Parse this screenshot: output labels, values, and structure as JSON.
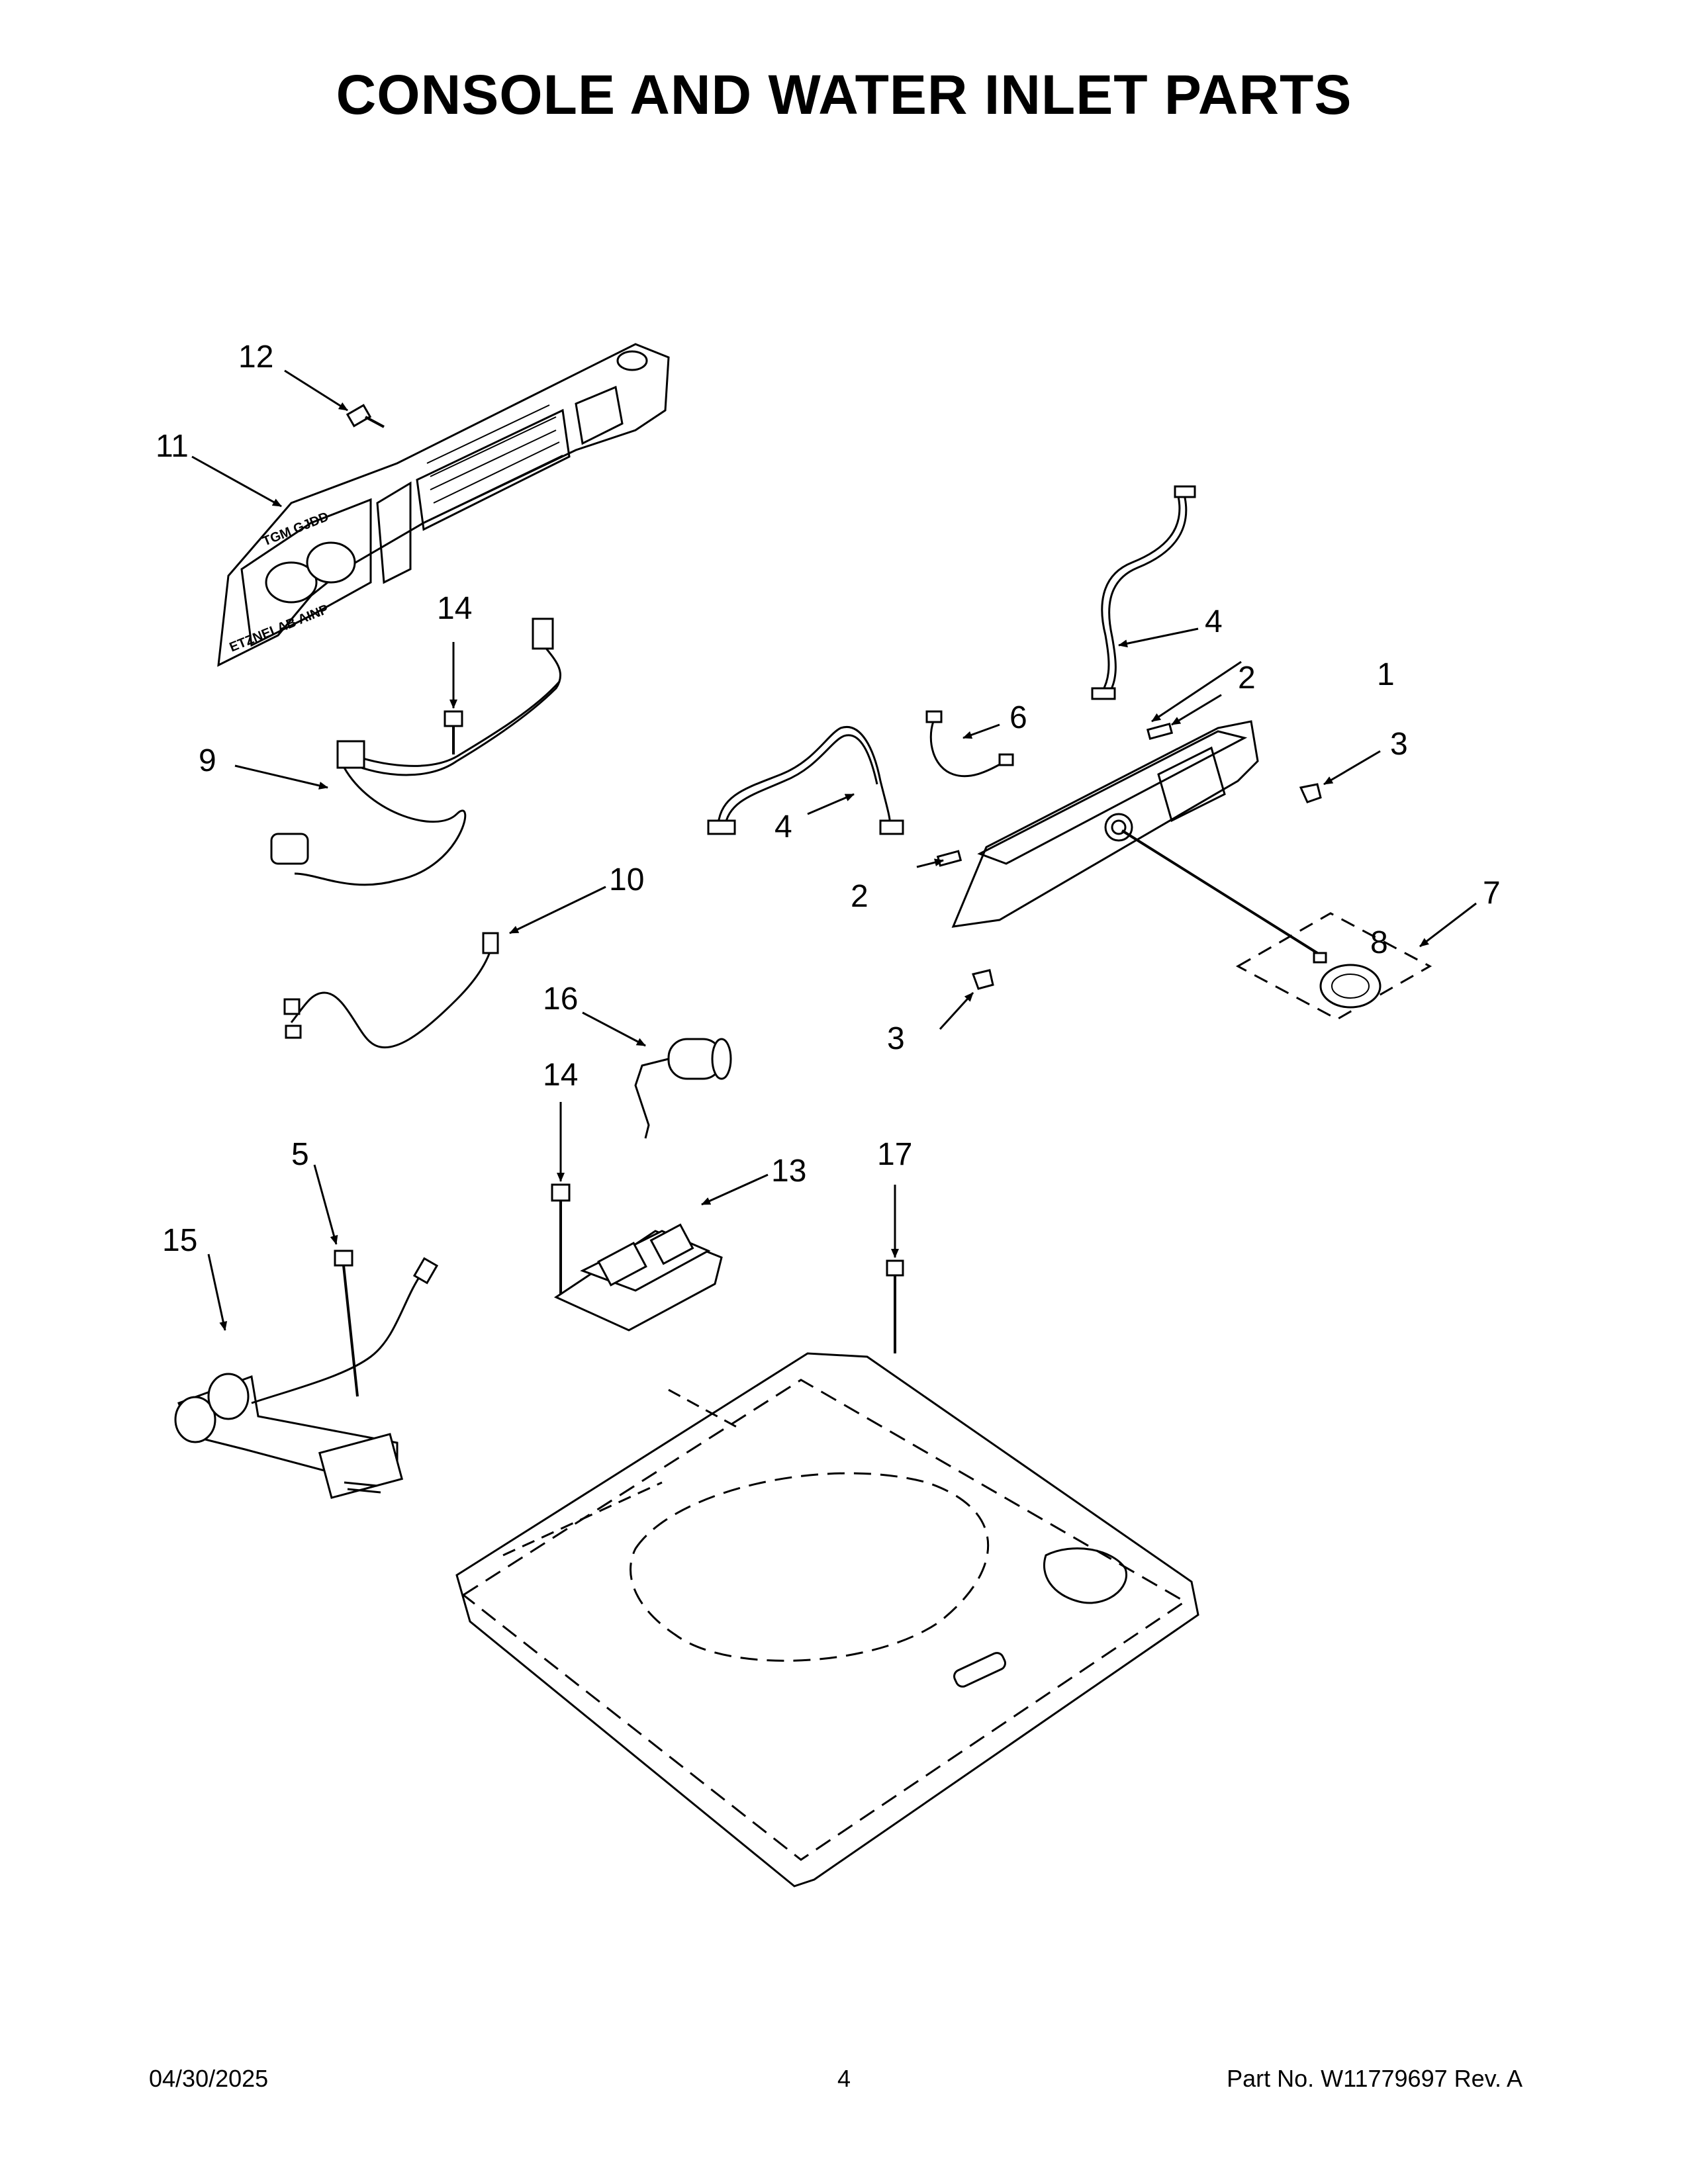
{
  "page": {
    "title": "CONSOLE AND WATER INLET PARTS",
    "footer": {
      "date": "04/30/2025",
      "page_number": "4",
      "part_number": "Part No.  W11779697  Rev.  A"
    }
  },
  "diagram": {
    "panel_markings": {
      "top_text": "TGM  GJDD",
      "side_text": "ETZNELAB  AINP"
    },
    "callouts": [
      {
        "id": "c1",
        "label": "1"
      },
      {
        "id": "c2a",
        "label": "2"
      },
      {
        "id": "c2b",
        "label": "2"
      },
      {
        "id": "c3a",
        "label": "3"
      },
      {
        "id": "c3b",
        "label": "3"
      },
      {
        "id": "c4a",
        "label": "4"
      },
      {
        "id": "c4b",
        "label": "4"
      },
      {
        "id": "c5",
        "label": "5"
      },
      {
        "id": "c6",
        "label": "6"
      },
      {
        "id": "c7",
        "label": "7"
      },
      {
        "id": "c8",
        "label": "8"
      },
      {
        "id": "c9",
        "label": "9"
      },
      {
        "id": "c10",
        "label": "10"
      },
      {
        "id": "c11",
        "label": "11"
      },
      {
        "id": "c12",
        "label": "12"
      },
      {
        "id": "c13",
        "label": "13"
      },
      {
        "id": "c14a",
        "label": "14"
      },
      {
        "id": "c14b",
        "label": "14"
      },
      {
        "id": "c15",
        "label": "15"
      },
      {
        "id": "c16",
        "label": "16"
      },
      {
        "id": "c17",
        "label": "17"
      }
    ]
  }
}
